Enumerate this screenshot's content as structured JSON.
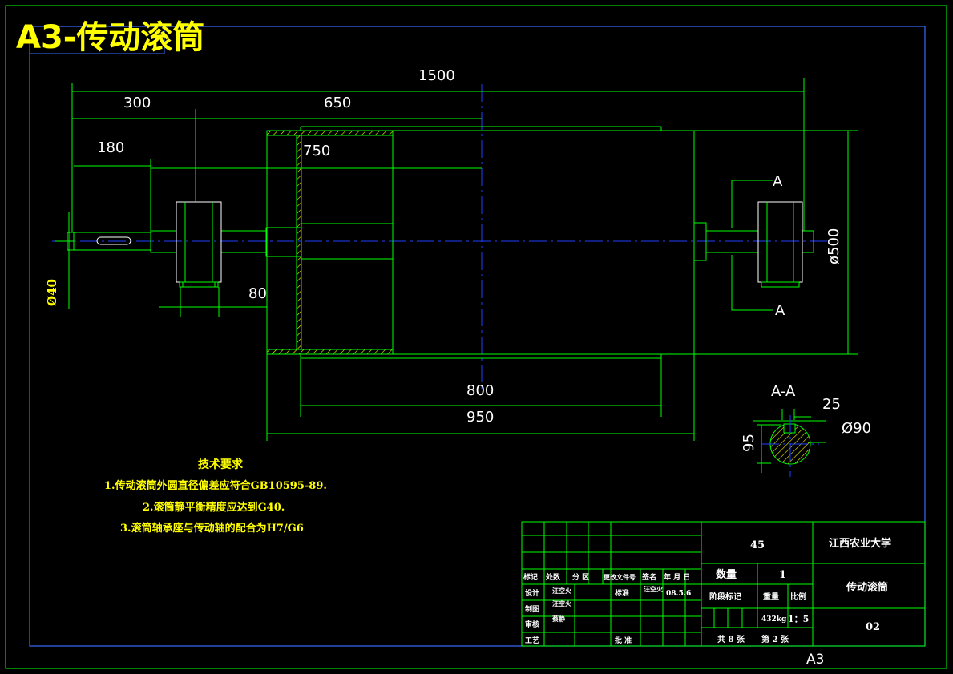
{
  "title": "A3-传动滚筒",
  "sheet_size": "A3",
  "dimensions": {
    "d1500": "1500",
    "d300": "300",
    "d650": "650",
    "d180": "180",
    "d750": "750",
    "d80": "80",
    "d40": "Ø40",
    "d500": "ø500",
    "d800": "800",
    "d950": "950",
    "d25": "25",
    "d90": "Ø90",
    "d95": "95",
    "section_label": "A-A",
    "cut_a_top": "A",
    "cut_a_bottom": "A"
  },
  "notes": {
    "heading": "技术要求",
    "items": [
      "1.传动滚筒外圆直径偏差应符合GB10595-89.",
      "2.滚筒静平衡精度应达到G40.",
      "3.滚筒轴承座与传动轴的配合为H7/G6"
    ]
  },
  "title_block": {
    "material": "45",
    "school": "江西农业大学",
    "part_name": "传动滚筒",
    "drawing_no": "02",
    "qty_label": "数量",
    "qty_value": "1",
    "stage_label": "阶段标记",
    "weight_label": "重量",
    "scale_label": "比例",
    "weight_value": "432kg",
    "scale_value": "1：5",
    "sheets": "共 8 张",
    "sheet_no": "第 2 张",
    "rev_headers": [
      "标记",
      "处数",
      "分 区",
      "更改文件号",
      "签名",
      "年 月 日"
    ],
    "design": "设计",
    "drafted": "制图",
    "review": "审核",
    "process": "工艺",
    "standard": "标准",
    "approve": "批 准",
    "designer": "汪空火",
    "drafter": "汪空火",
    "reviewer": "蔡静",
    "std_person": "汪空火",
    "date": "08.5.6"
  }
}
